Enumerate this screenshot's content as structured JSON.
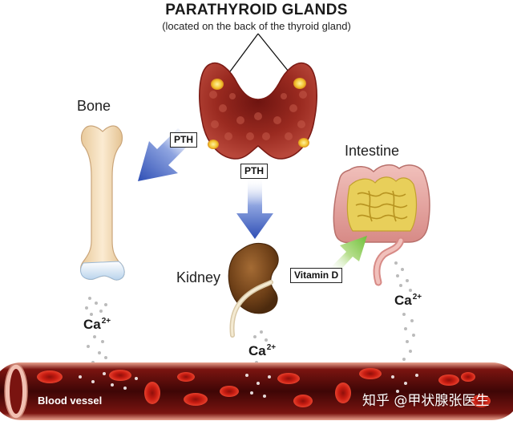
{
  "title": "PARATHYROID GLANDS",
  "subtitle": "(located on the back of the thyroid gland)",
  "organs": {
    "bone": "Bone",
    "intestine": "Intestine",
    "kidney": "Kidney"
  },
  "hormone_tags": {
    "pth_bone": "PTH",
    "pth_kidney": "PTH",
    "vitamin_d": "Vitamin D"
  },
  "ions": {
    "bone": {
      "symbol": "Ca",
      "charge": "2+"
    },
    "kidney": {
      "symbol": "Ca",
      "charge": "2+"
    },
    "intestine": {
      "symbol": "Ca",
      "charge": "2+"
    }
  },
  "blood_vessel_label": "Blood vessel",
  "watermark": "知乎 @甲状腺张医生",
  "colors": {
    "pth_arrow": "#2f4fb5",
    "vitamin_d_arrow": "#7cc242",
    "thyroid": "#8e1f1a",
    "parathyroid": "#f2c230",
    "blood": "#5b0a0a",
    "rbc": "#d42a1e",
    "bone": "#f7e3c4",
    "kidney": "#7a4a1e",
    "intestine": "#e2a2a0"
  },
  "icons": {
    "thyroid": "thyroid-gland-icon",
    "bone": "femur-bone-icon",
    "kidney": "kidney-icon",
    "intestine": "intestine-icon",
    "blood_vessel": "blood-vessel-icon"
  }
}
